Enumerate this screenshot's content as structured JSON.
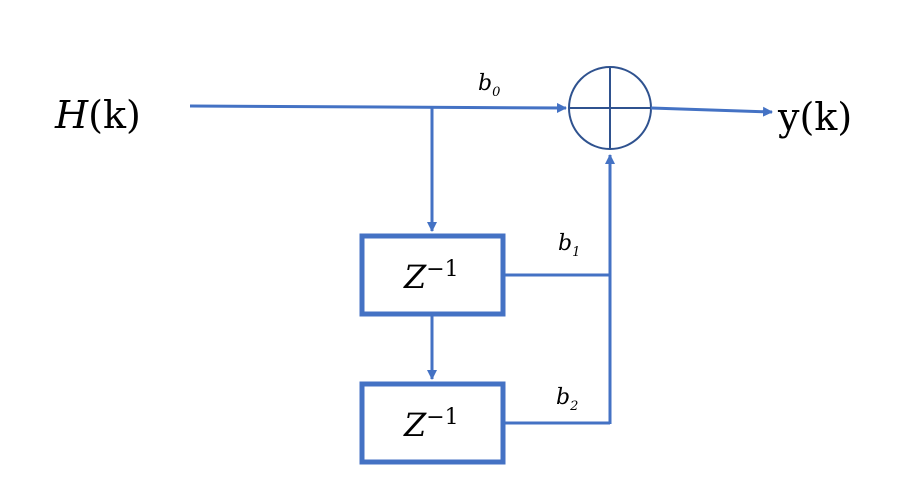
{
  "diagram": {
    "input_label": {
      "main": "H",
      "arg": "(k)"
    },
    "output_label": {
      "main": "y",
      "arg": "(k)"
    },
    "summer_symbol": "⊕",
    "coefficients": [
      {
        "base": "b",
        "sub": "0"
      },
      {
        "base": "b",
        "sub": "1"
      },
      {
        "base": "b",
        "sub": "2"
      }
    ],
    "delay_blocks": [
      {
        "base": "Z",
        "sup": "−1"
      },
      {
        "base": "Z",
        "sup": "−1"
      }
    ],
    "colors": {
      "line": "#4472C4",
      "summer_stroke": "#2F528F",
      "text": "#000000",
      "background": "#FFFFFF"
    }
  }
}
